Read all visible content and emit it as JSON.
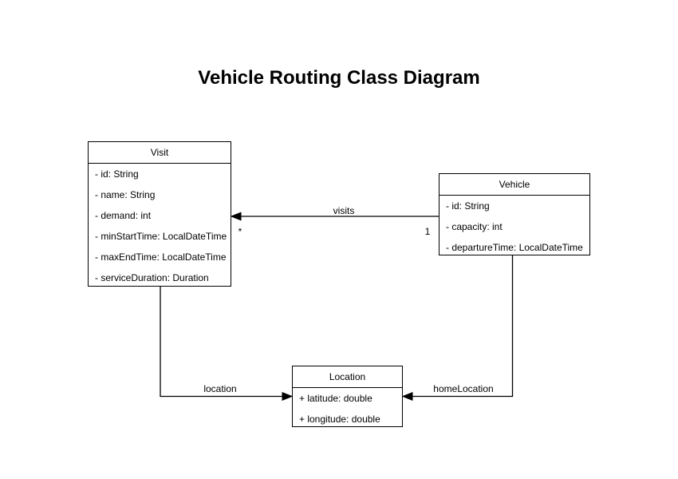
{
  "title": "Vehicle Routing Class Diagram",
  "classes": {
    "visit": {
      "name": "Visit",
      "fields": [
        "- id: String",
        "- name: String",
        "- demand: int",
        "- minStartTime: LocalDateTime",
        "- maxEndTime: LocalDateTime",
        "- serviceDuration: Duration"
      ]
    },
    "vehicle": {
      "name": "Vehicle",
      "fields": [
        "- id: String",
        "- capacity: int",
        "- departureTime: LocalDateTime"
      ]
    },
    "location": {
      "name": "Location",
      "fields": [
        "+ latitude: double",
        "+ longitude: double"
      ]
    }
  },
  "edges": {
    "visits": {
      "label": "visits",
      "multiplicity_at_visit": "*",
      "multiplicity_at_vehicle": "1"
    },
    "location": {
      "label": "location"
    },
    "home_location": {
      "label": "homeLocation"
    }
  },
  "colors": {
    "background": "#ffffff",
    "stroke": "#000000",
    "shape_fill": "#ffffff",
    "text": "#000000"
  }
}
